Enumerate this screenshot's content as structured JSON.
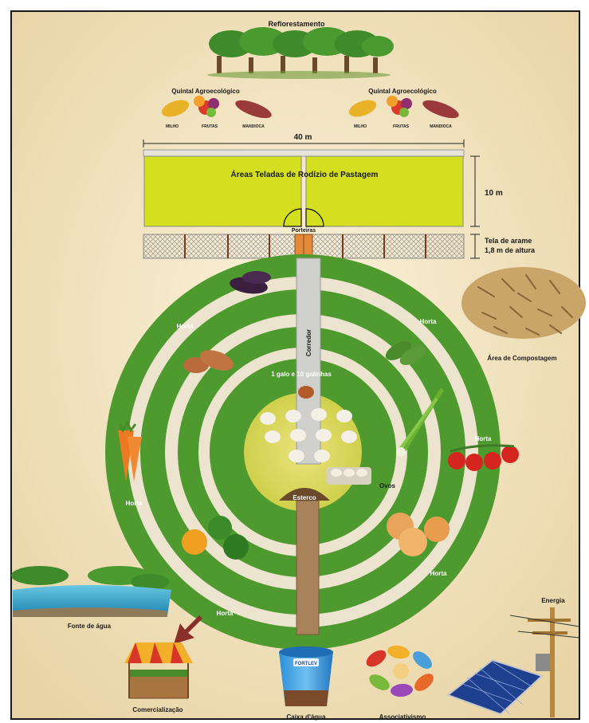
{
  "labels": {
    "reforestation": "Reflorestamento",
    "backyard_left": "Quintal Agroecológico",
    "backyard_right": "Quintal Agroecológico",
    "corn": "MILHO",
    "fruits": "FRUTAS",
    "cassava": "MANDIOCA",
    "width": "40 m",
    "height": "10 m",
    "pasture": "Áreas Teladas de Rodízio de Pastagem",
    "gates": "Porteiras",
    "fence_line1": "Tela de arame",
    "fence_line2": "1,8 m de altura",
    "corridor": "Corredor",
    "compost": "Área de Compostagem",
    "chickens": "1 galo e 10 galinhas",
    "garden": "Horta",
    "eggs": "Ovos",
    "manure": "Esterco",
    "water_source": "Fonte de água",
    "energy": "Energia",
    "marketing": "Comercialização",
    "water_tank": "Caixa d'água",
    "tank_brand": "FORTLEV",
    "associativism": "Associativismo"
  },
  "colors": {
    "background": "#f1e1bd",
    "grass": "#4f9a2e",
    "path": "#ece4cf",
    "pasture": "#d6e020",
    "center": "#e3dc70",
    "corridor": "#cfcfcb"
  }
}
